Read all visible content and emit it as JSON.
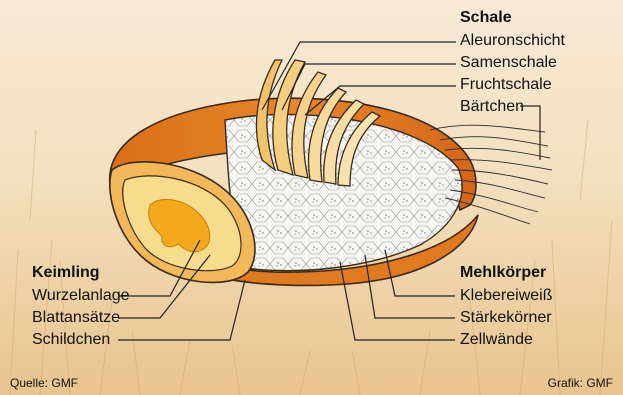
{
  "labels": {
    "schale": {
      "heading": "Schale",
      "items": [
        "Aleuronschicht",
        "Samenschale",
        "Fruchtschale",
        "Bärtchen"
      ]
    },
    "keimling": {
      "heading": "Keimling",
      "items": [
        "Wurzelanlage",
        "Blattansätze",
        "Schildchen"
      ]
    },
    "mehlkoerper": {
      "heading": "Mehlkörper",
      "items": [
        "Klebereiweiß",
        "Stärkekörner",
        "Zellwände"
      ]
    }
  },
  "footer": {
    "source": "Quelle: GMF",
    "credit": "Grafik: GMF"
  },
  "colors": {
    "shell_orange": "#e07a20",
    "shell_light": "#f2b85a",
    "germ_yellow": "#f6d77a",
    "germ_bright": "#f4a81c",
    "endosperm": "#f3f3f1",
    "background": "#f1ddb8"
  }
}
